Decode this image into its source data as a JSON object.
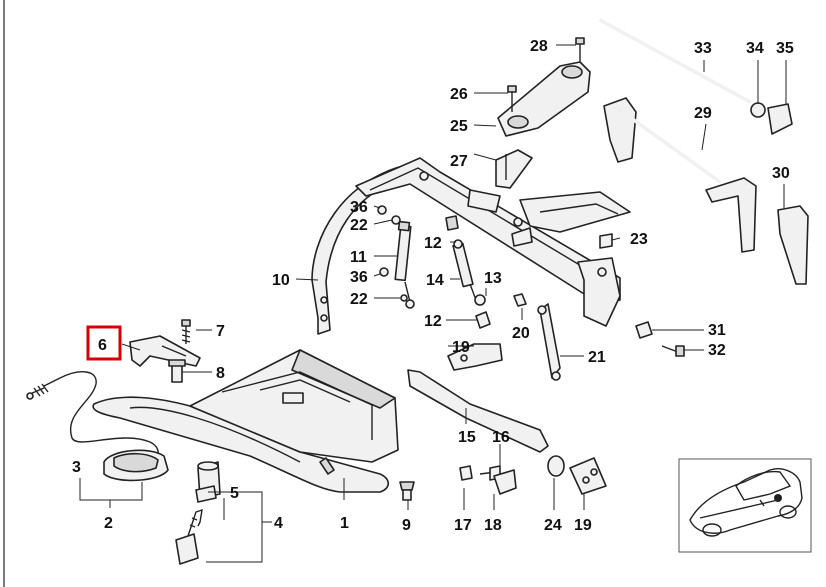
{
  "diagram": {
    "highlight_color": "#d40000",
    "highlighted_part": "6",
    "callouts": {
      "c1": "1",
      "c2": "2",
      "c3": "3",
      "c4": "4",
      "c5": "5",
      "c6": "6",
      "c7": "7",
      "c8": "8",
      "c9": "9",
      "c10": "10",
      "c11": "11",
      "c12a": "12",
      "c12b": "12",
      "c13": "13",
      "c14": "14",
      "c15": "15",
      "c16": "16",
      "c17": "17",
      "c18": "18",
      "c19a": "19",
      "c19b": "19",
      "c20": "20",
      "c21": "21",
      "c22a": "22",
      "c22b": "22",
      "c23": "23",
      "c24": "24",
      "c25": "25",
      "c26": "26",
      "c27": "27",
      "c28": "28",
      "c29": "29",
      "c30": "30",
      "c31": "31",
      "c32": "32",
      "c33": "33",
      "c34": "34",
      "c35": "35",
      "c36a": "36",
      "c36b": "36"
    }
  }
}
